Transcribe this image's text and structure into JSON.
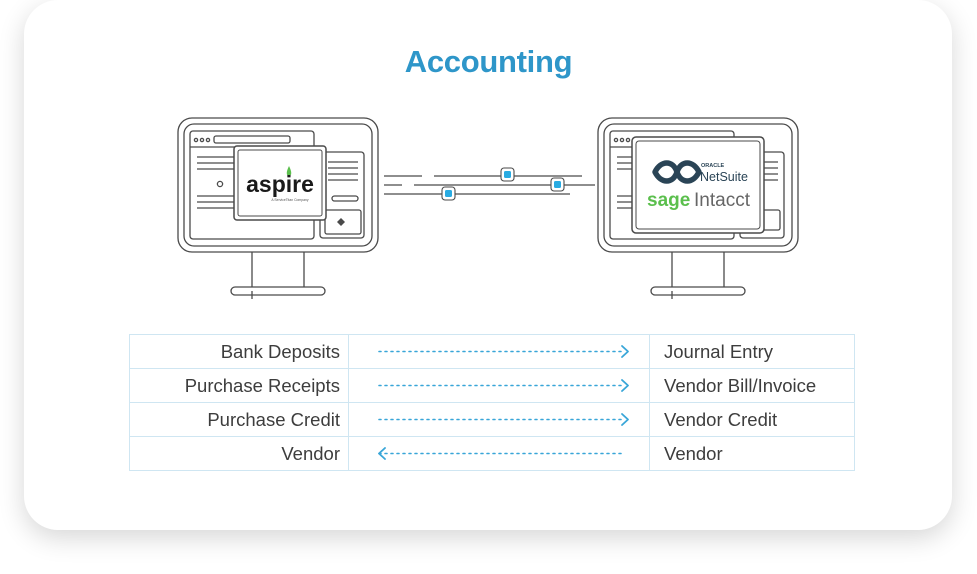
{
  "title": "Accounting",
  "colors": {
    "title": "#2e96c9",
    "accent": "#39a6d8",
    "connector": "#29abe2",
    "line": "#4a4a4a",
    "sage_green": "#5bbf4d",
    "table_border": "#cfe6f2"
  },
  "left_app": {
    "logo_text": "aspire",
    "logo_tagline": "A ServiceTitan Company",
    "icons": [
      "leaf-icon",
      "gear-icon"
    ]
  },
  "right_app": {
    "oracle_label": "ORACLE",
    "netsuite_label": "NetSuite",
    "sage_label": "sage",
    "intacct_label": "Intacct",
    "icons": [
      "oracle-ring-icon"
    ]
  },
  "mappings": [
    {
      "source": "Bank Deposits",
      "target": "Journal Entry",
      "direction": "right"
    },
    {
      "source": "Purchase Receipts",
      "target": "Vendor Bill/Invoice",
      "direction": "right"
    },
    {
      "source": "Purchase Credit",
      "target": "Vendor Credit",
      "direction": "right"
    },
    {
      "source": "Vendor",
      "target": "Vendor",
      "direction": "left"
    }
  ]
}
